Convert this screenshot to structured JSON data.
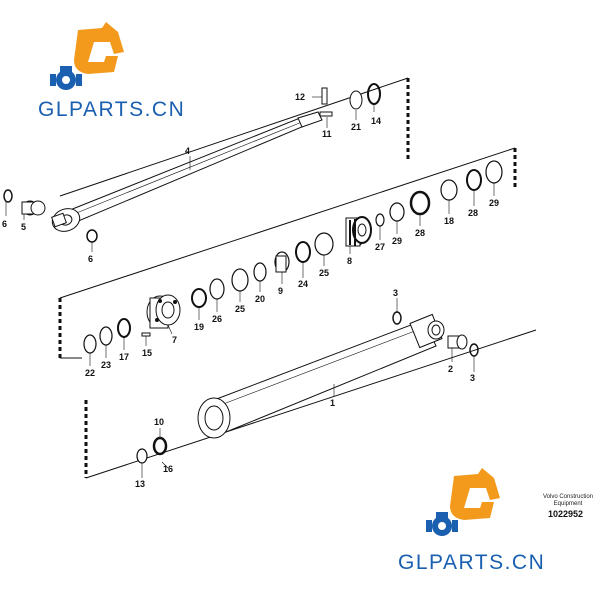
{
  "watermark": {
    "brand_text_top": "GLPARTS.CN",
    "brand_text_bottom": "GLPARTS.CN",
    "brand_color": "#1a5fb0",
    "logo_orange": "#f39a1d",
    "logo_blue": "#1a5fb0"
  },
  "caption": {
    "company_line1": "Volvo Construction",
    "company_line2": "Equipment",
    "drawing_number": "1022952"
  },
  "callouts": {
    "c12": "12",
    "c11": "11",
    "c21": "21",
    "c14": "14",
    "c4": "4",
    "c6a": "6",
    "c5": "5",
    "c6b": "6",
    "c29a": "29",
    "c28a": "28",
    "c18": "18",
    "c28b": "28",
    "c29b": "29",
    "c27": "27",
    "c8": "8",
    "c25a": "25",
    "c24": "24",
    "c9": "9",
    "c20": "20",
    "c25b": "25",
    "c26": "26",
    "c19": "19",
    "c7": "7",
    "c22": "22",
    "c23": "23",
    "c17": "17",
    "c15": "15",
    "c3a": "3",
    "c2": "2",
    "c3b": "3",
    "c1": "1",
    "c10": "10",
    "c16": "16",
    "c13": "13"
  }
}
